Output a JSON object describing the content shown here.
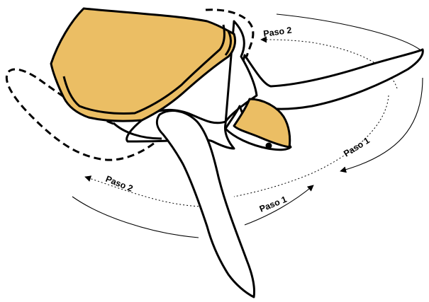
{
  "colors": {
    "shell": "#EBBE64",
    "outline": "#000000",
    "background": "#FFFFFF"
  },
  "labels": {
    "upper_right_step2": "Paso 2",
    "right_step1": "Paso 1",
    "left_step2": "Paso 2",
    "bottom_step1": "Paso 1"
  }
}
